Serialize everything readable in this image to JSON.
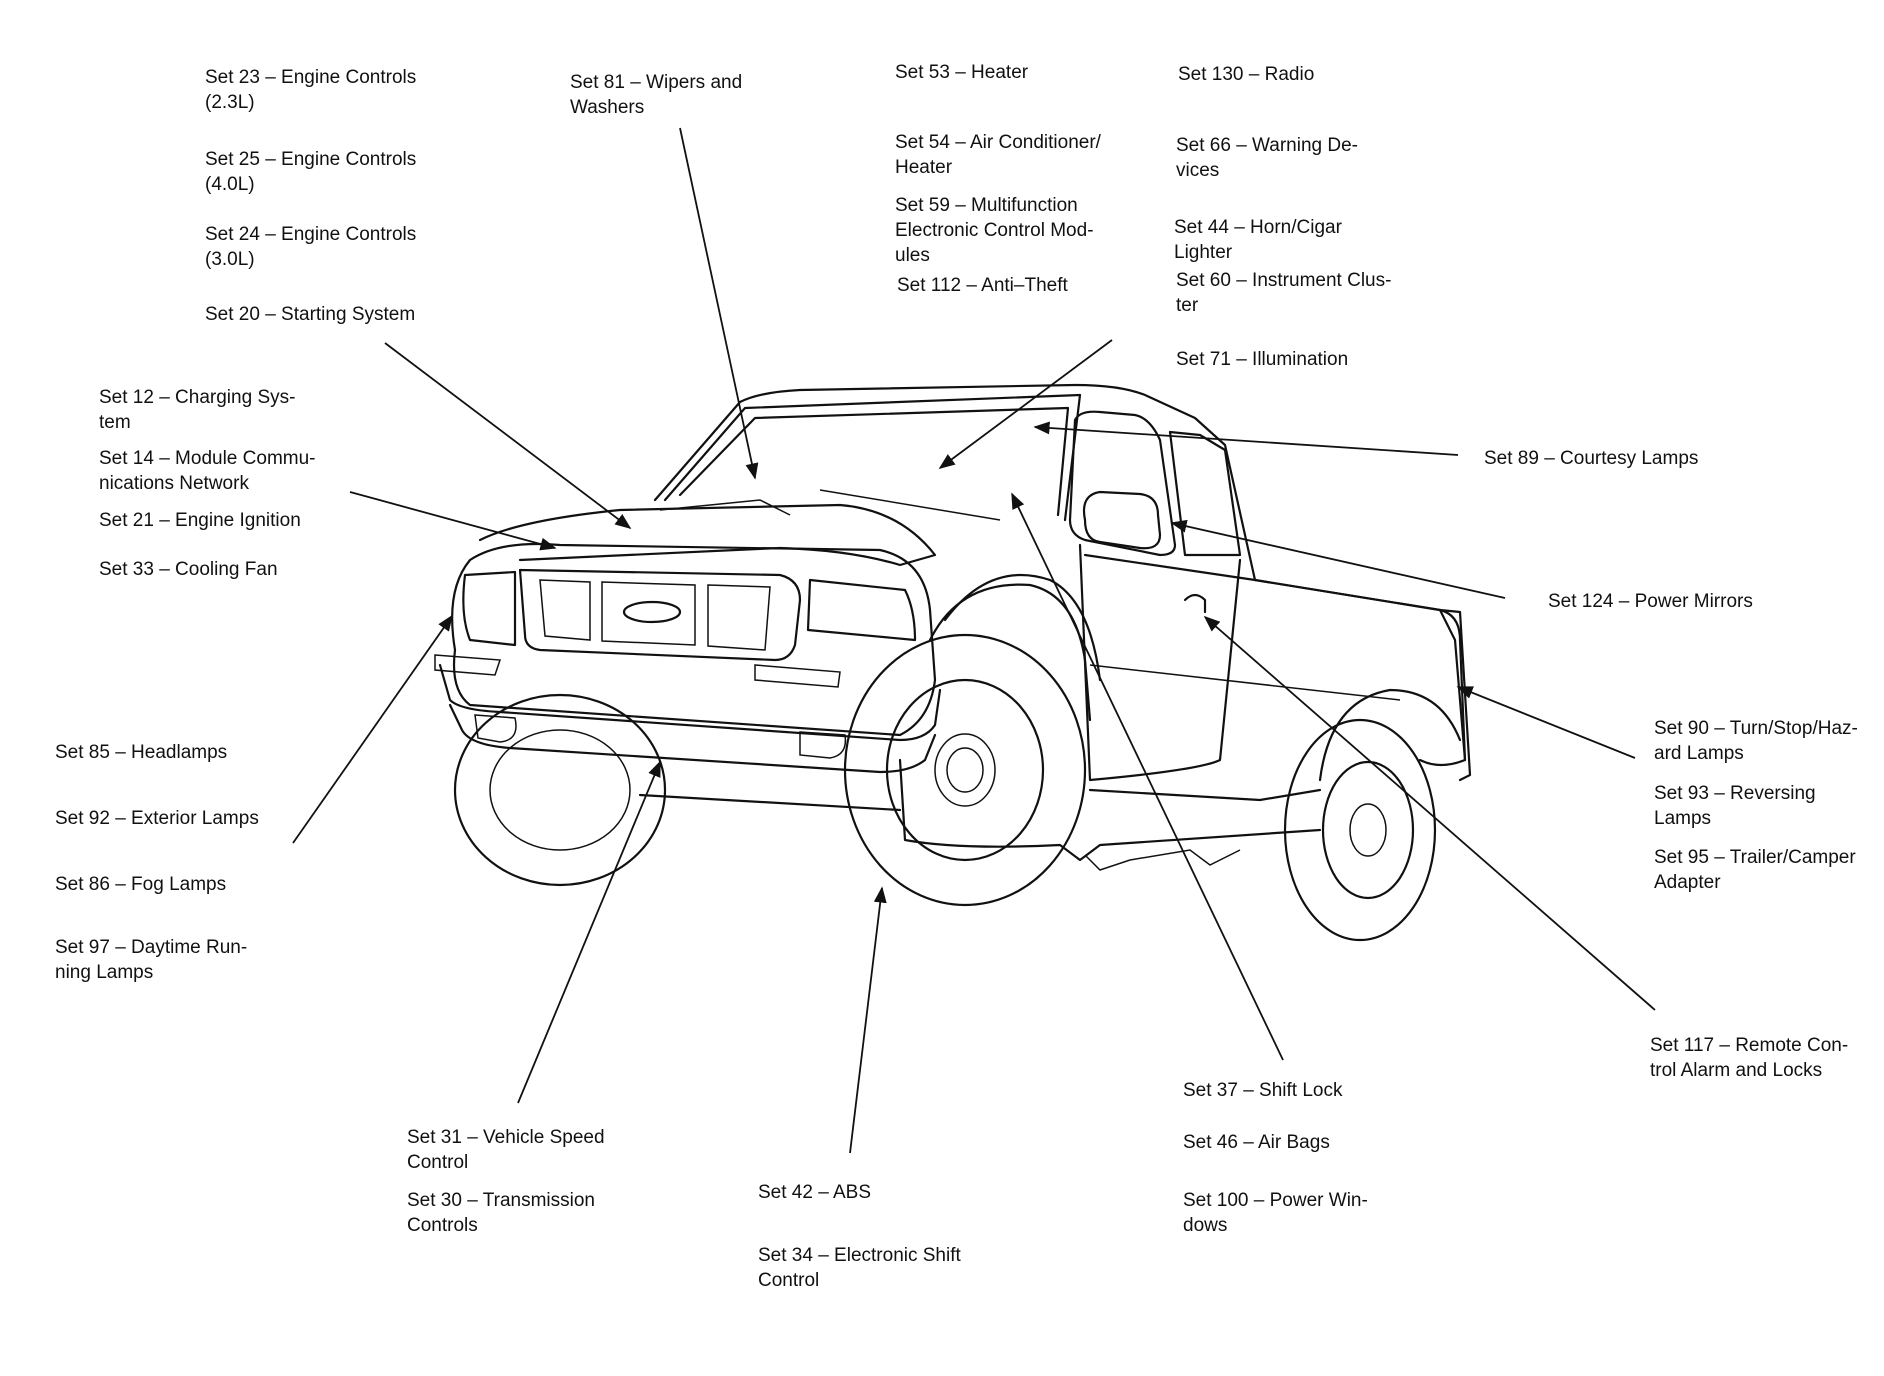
{
  "labels": {
    "set23": [
      "Set 23 – Engine Controls",
      "(2.3L)"
    ],
    "set25": [
      "Set 25 – Engine Controls",
      "(4.0L)"
    ],
    "set24": [
      "Set 24 – Engine Controls",
      "(3.0L)"
    ],
    "set20": [
      "Set 20 – Starting System"
    ],
    "set81": [
      "Set 81 – Wipers and",
      "Washers"
    ],
    "set53": [
      "Set 53 – Heater"
    ],
    "set54": [
      "Set 54 – Air Conditioner/",
      "Heater"
    ],
    "set59": [
      "Set 59 – Multifunction",
      "Electronic Control Mod-",
      "ules"
    ],
    "set112": [
      "Set 112 – Anti–Theft"
    ],
    "set130": [
      "Set 130 – Radio"
    ],
    "set66": [
      "Set 66 – Warning De-",
      "vices"
    ],
    "set44": [
      "Set 44 – Horn/Cigar",
      "Lighter"
    ],
    "set60": [
      "Set 60 – Instrument Clus-",
      "ter"
    ],
    "set71": [
      "Set 71 – Illumination"
    ],
    "set12": [
      "Set 12 – Charging Sys-",
      "tem"
    ],
    "set14": [
      "Set 14 – Module Commu-",
      "nications Network"
    ],
    "set21": [
      "Set 21 – Engine Ignition"
    ],
    "set33": [
      "Set 33 – Cooling Fan"
    ],
    "set89": [
      "Set 89 – Courtesy Lamps"
    ],
    "set124": [
      "Set 124 – Power Mirrors"
    ],
    "set85": [
      "Set 85 – Headlamps"
    ],
    "set92": [
      "Set 92 – Exterior Lamps"
    ],
    "set86": [
      "Set 86 – Fog Lamps"
    ],
    "set97": [
      "Set 97 – Daytime Run-",
      "ning Lamps"
    ],
    "set90": [
      "Set 90 – Turn/Stop/Haz-",
      "ard Lamps"
    ],
    "set93": [
      "Set 93 – Reversing",
      "Lamps"
    ],
    "set95": [
      "Set 95 – Trailer/Camper",
      "Adapter"
    ],
    "set117": [
      "Set 117 – Remote Con-",
      "trol Alarm and Locks"
    ],
    "set31": [
      "Set 31 – Vehicle Speed",
      "Control"
    ],
    "set30": [
      "Set 30 – Transmission",
      "Controls"
    ],
    "set42": [
      "Set 42 – ABS"
    ],
    "set34": [
      "Set 34 – Electronic Shift",
      "Control"
    ],
    "set37": [
      "Set 37 – Shift Lock"
    ],
    "set46": [
      "Set 46 – Air Bags"
    ],
    "set100": [
      "Set 100 – Power Win-",
      "dows"
    ]
  }
}
